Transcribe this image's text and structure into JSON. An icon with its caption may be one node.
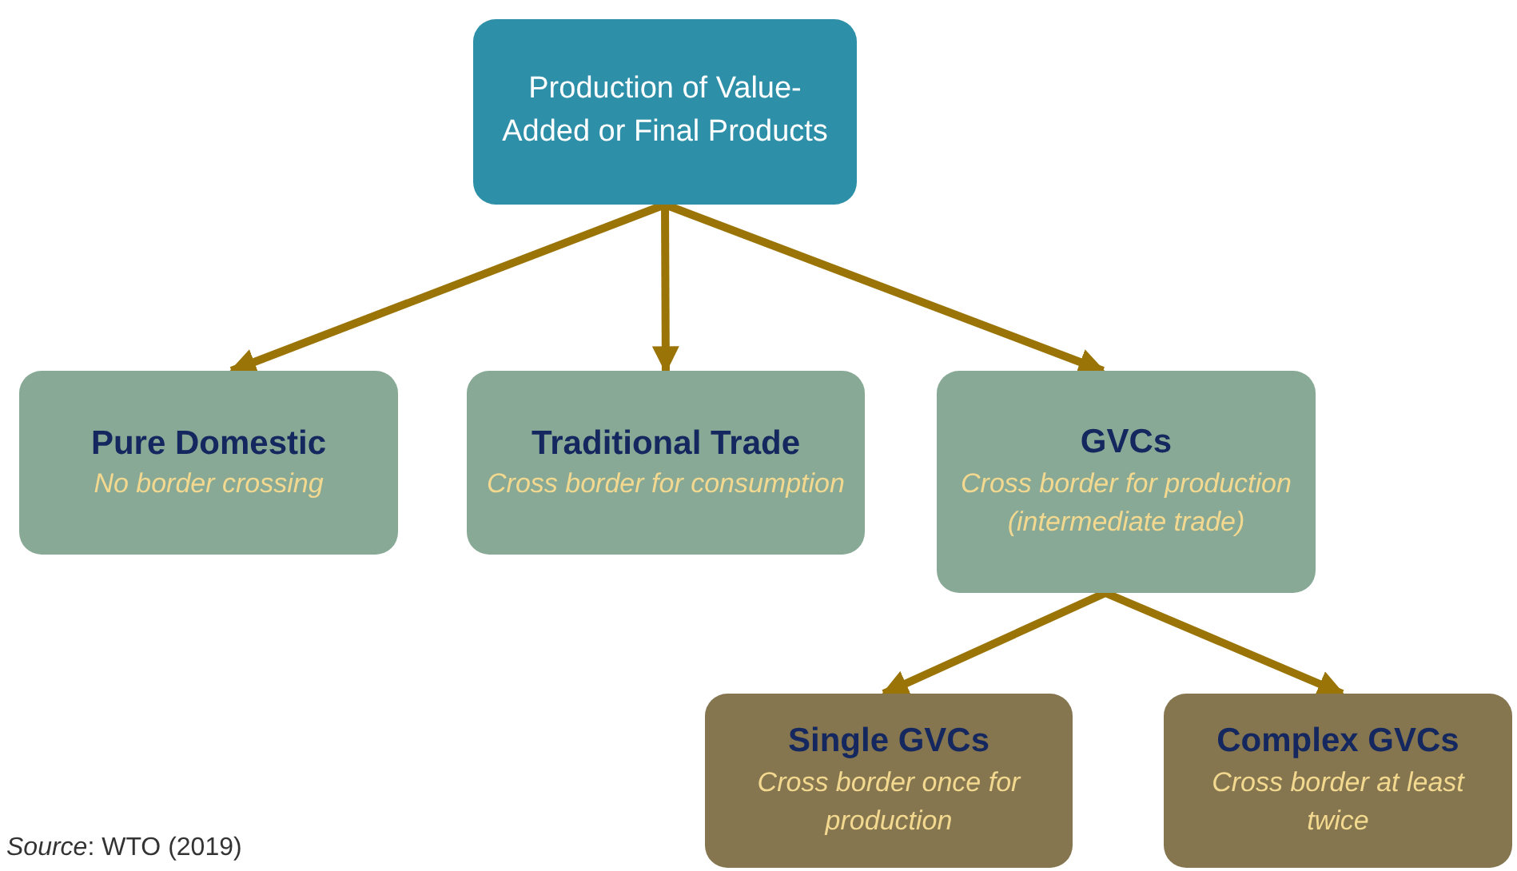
{
  "diagram": {
    "nodes": [
      {
        "text": [
          "Production of Value-Added or Final Products"
        ]
      },
      {
        "text": [
          "Pure Domestic",
          "No border crossing"
        ]
      },
      {
        "text": [
          "Traditional Trade",
          "Cross border for consumption"
        ]
      },
      {
        "text": [
          "GVCs",
          "Cross border for production (intermediate trade)"
        ]
      },
      {
        "text": [
          "Single GVCs",
          "Cross border once for production"
        ]
      },
      {
        "text": [
          "Complex GVCs",
          "Cross border at least twice"
        ]
      }
    ],
    "edges": [
      {
        "from": 0,
        "to": 1,
        "arrow": "to"
      },
      {
        "from": 0,
        "to": 2,
        "arrow": "to"
      },
      {
        "from": 0,
        "to": 3,
        "arrow": "to"
      },
      {
        "from": 3,
        "to": 4,
        "arrow": "to"
      },
      {
        "from": 3,
        "to": 5,
        "arrow": "to"
      }
    ],
    "labels": [
      "*Source*: WTO (2019)"
    ]
  }
}
